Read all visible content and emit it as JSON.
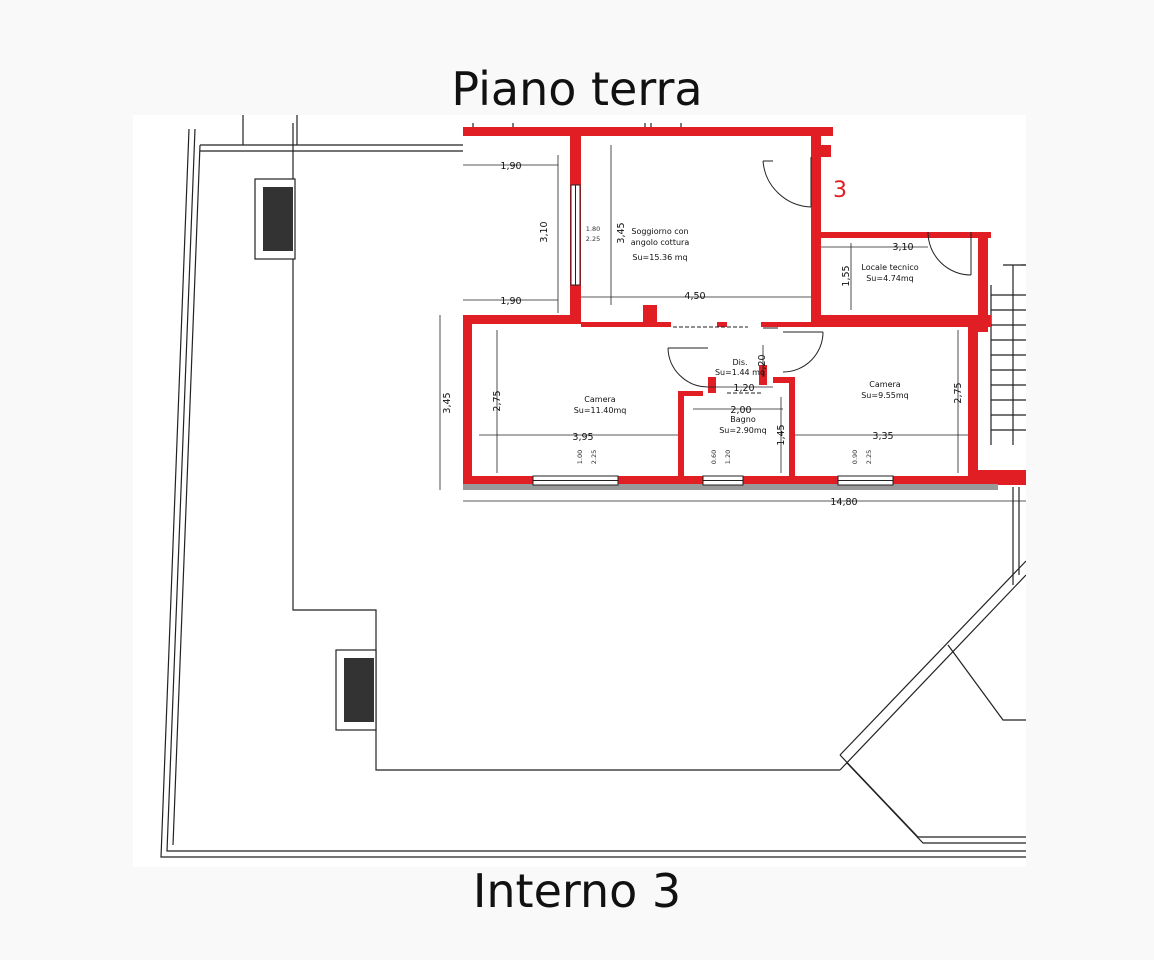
{
  "title": "Piano terra",
  "footer": "Interno 3",
  "unit_marker": "3",
  "rooms": {
    "soggiorno": {
      "name_line1": "Soggiorno con",
      "name_line2": "angolo cottura",
      "area": "Su=15.36 mq"
    },
    "locale_tecnico": {
      "name": "Locale tecnico",
      "area": "Su=4.74mq"
    },
    "disimpegno": {
      "name": "Dis.",
      "area": "Su=1.44 mq"
    },
    "camera_left": {
      "name": "Camera",
      "area": "Su=11.40mq"
    },
    "bagno": {
      "name": "Bagno",
      "area": "Su=2.90mq"
    },
    "camera_right": {
      "name": "Camera",
      "area": "Su=9.55mq"
    }
  },
  "dimensions": {
    "d190_top": "1,90",
    "d310_left": "3,10",
    "d345_liv": "3,45",
    "d190_bottom": "1,90",
    "d450": "4,50",
    "d310_tech": "3,10",
    "d155": "1,55",
    "d345_outer": "3,45",
    "d275_left": "2,75",
    "d395": "3,95",
    "d120": "1,20",
    "d020": ",20",
    "d200": "2,00",
    "d145": "1,45",
    "d335": "3,35",
    "d275_right": "2,75",
    "d1480": "14,80"
  },
  "window_labels": {
    "w_liv_a": "1.80",
    "w_liv_b": "2.25",
    "w_cam_a": "1.00",
    "w_cam_b": "2.25",
    "w_bag_a": "0.60",
    "w_bag_b": "1.20",
    "w_cam2_a": "0.90",
    "w_cam2_b": "2.25"
  },
  "colors": {
    "wall": "#e01e24",
    "line": "#222222"
  }
}
